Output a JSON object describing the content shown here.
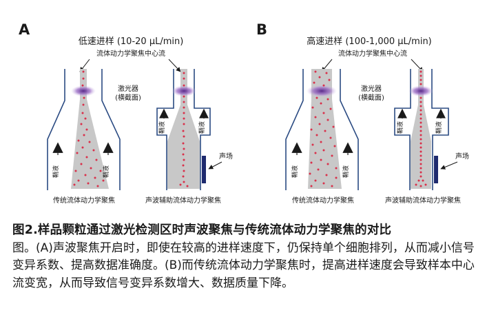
{
  "panels": [
    {
      "letter": "A",
      "speed": "低速进样 (10-20 μL/min)",
      "core_flow": "流体动力学聚焦中心流",
      "laser": [
        "激光器",
        "(横截面)"
      ],
      "sheath": "鞘液",
      "left_caption": "传统流体动力学聚焦",
      "right_caption": "声波辅助流体动力学聚焦",
      "sound_field": "声场"
    },
    {
      "letter": "B",
      "speed": "高速进样 (100-1,000 μL/min)",
      "core_flow": "流体动力学聚焦中心流",
      "laser": [
        "激光器",
        "(横截面)"
      ],
      "sheath": "鞘液",
      "left_caption": "传统流体动力学聚焦",
      "right_caption": "声波辅助流体动力学聚焦",
      "sound_field": "声场"
    }
  ],
  "caption": {
    "title": "图2.样品颗粒通过激光检测区时声波聚焦与传统流体动力学聚焦的对比",
    "body": "图。(A)声波聚焦开启时，即使在较高的进样速度下，仍保持单个细胞排列，从而减小信号变异系数、提高数据准确度。(B)而传统流体动力学聚焦时，提高进样速度会导致样本中心流变宽，从而导致信号变异系数增大、数据质量下降。"
  },
  "colors": {
    "particle": "#d9304a",
    "laser": "#7e4aa8",
    "stream": "#c8c8c8",
    "channel": "#2a4a82",
    "transducer": "#1e2a6e"
  }
}
